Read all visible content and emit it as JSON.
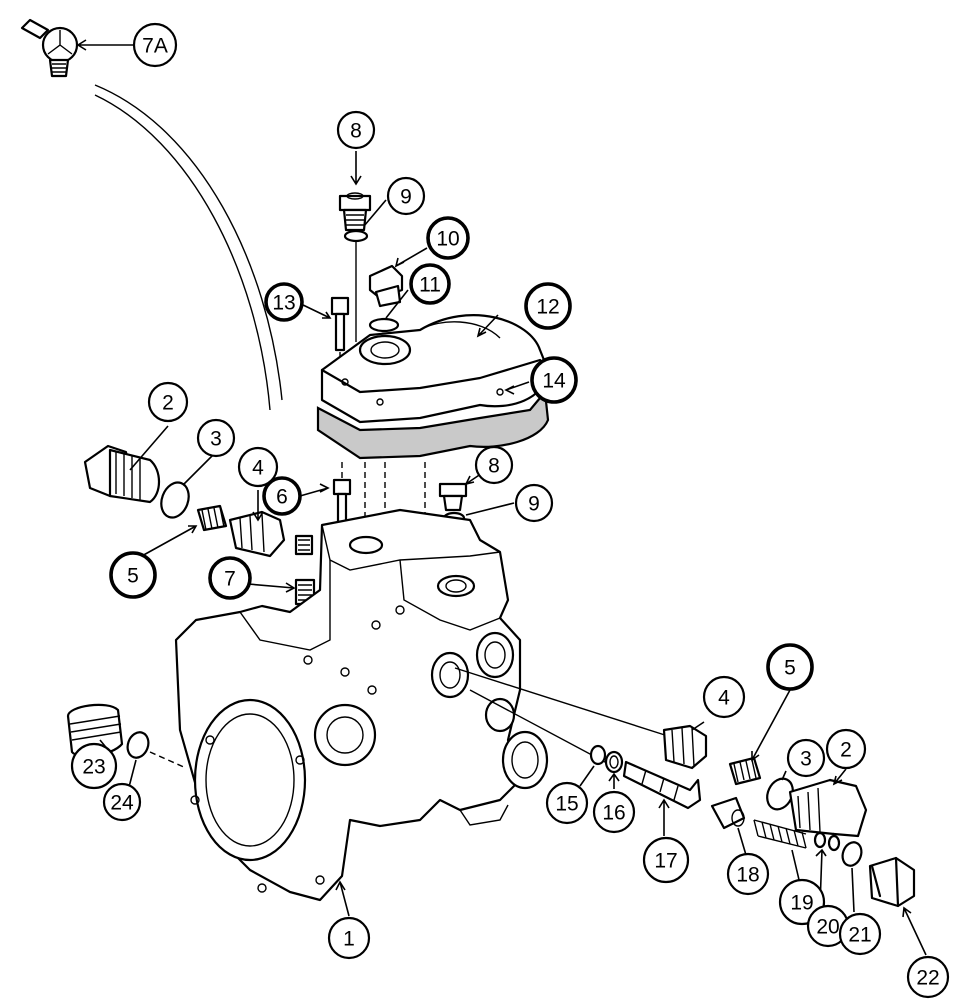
{
  "callouts": [
    {
      "label": "7A",
      "bold": false
    },
    {
      "label": "8",
      "bold": false
    },
    {
      "label": "9",
      "bold": false
    },
    {
      "label": "10",
      "bold": true
    },
    {
      "label": "11",
      "bold": true
    },
    {
      "label": "12",
      "bold": true
    },
    {
      "label": "13",
      "bold": true
    },
    {
      "label": "14",
      "bold": true
    },
    {
      "label": "2",
      "bold": false
    },
    {
      "label": "3",
      "bold": false
    },
    {
      "label": "4",
      "bold": false
    },
    {
      "label": "6",
      "bold": true
    },
    {
      "label": "8",
      "bold": false
    },
    {
      "label": "9",
      "bold": false
    },
    {
      "label": "5",
      "bold": true
    },
    {
      "label": "7",
      "bold": true
    },
    {
      "label": "4",
      "bold": false
    },
    {
      "label": "5",
      "bold": true
    },
    {
      "label": "3",
      "bold": false
    },
    {
      "label": "2",
      "bold": false
    },
    {
      "label": "23",
      "bold": false
    },
    {
      "label": "24",
      "bold": false
    },
    {
      "label": "15",
      "bold": false
    },
    {
      "label": "16",
      "bold": false
    },
    {
      "label": "17",
      "bold": false
    },
    {
      "label": "18",
      "bold": false
    },
    {
      "label": "19",
      "bold": false
    },
    {
      "label": "20",
      "bold": false
    },
    {
      "label": "21",
      "bold": false
    },
    {
      "label": "1",
      "bold": false
    },
    {
      "label": "22",
      "bold": false
    }
  ]
}
